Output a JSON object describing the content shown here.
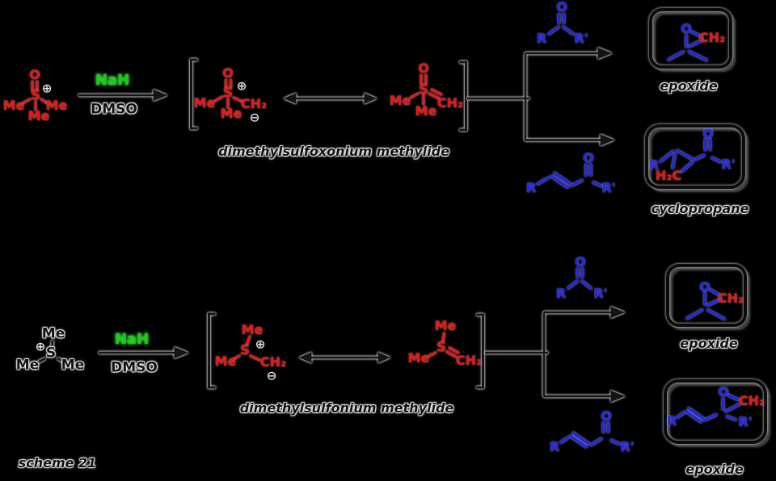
{
  "scheme_label": "scheme 21",
  "colors": {
    "background": "#000000",
    "structure_red": "#ee1414",
    "substrate_blue": "#2222ee",
    "reagent_green": "#0ad60a",
    "annotation_dark": "#141414",
    "halo_white": "#ffffff"
  },
  "atoms": {
    "me": "Me",
    "s": "S",
    "o": "O",
    "ch2": "CH₂",
    "h2c": "H₂C",
    "r": "R",
    "r_prime": "R'",
    "plus": "⊕",
    "minus": "⊖"
  },
  "top_scheme": {
    "reagent_above": "NaH",
    "reagent_below": "DMSO",
    "intermediate_name": "dimethylsulfoxonium methylide",
    "product_labels": {
      "ketone_product": "epoxide",
      "enone_product": "cyclopropane"
    }
  },
  "bottom_scheme": {
    "reagent_above": "NaH",
    "reagent_below": "DMSO",
    "intermediate_name": "dimethylsulfonium methylide",
    "product_labels": {
      "ketone_product": "epoxide",
      "enone_product": "epoxide"
    }
  }
}
